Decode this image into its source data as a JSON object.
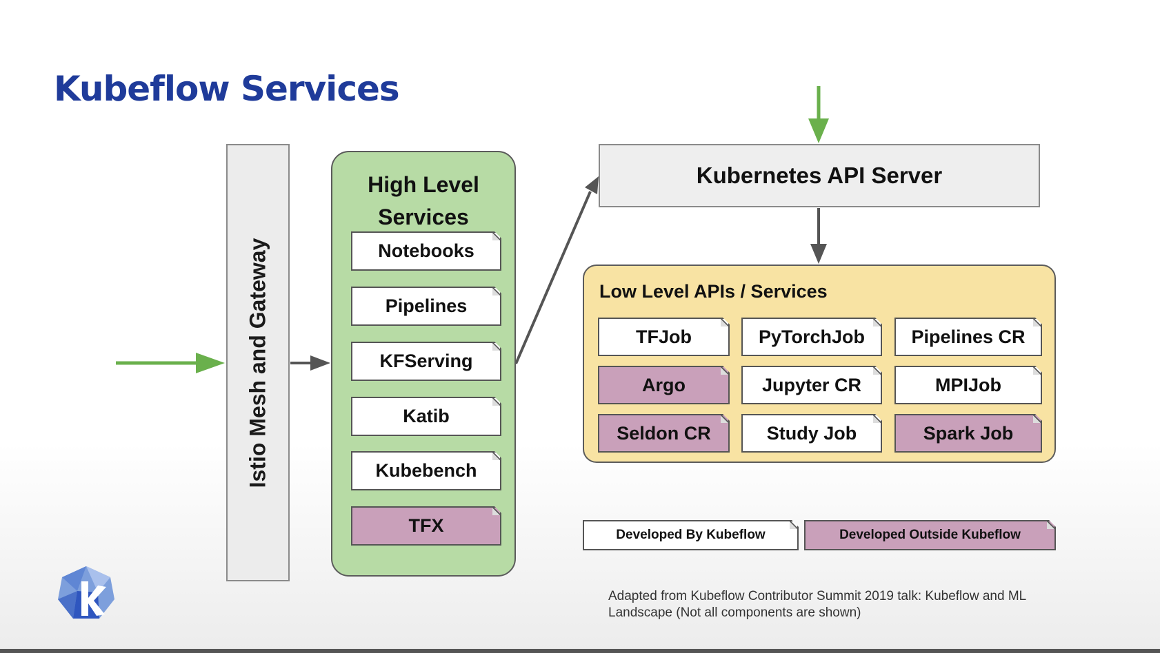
{
  "title": "Kubeflow Services",
  "gateway": {
    "label": "Istio Mesh and Gateway"
  },
  "high_level": {
    "title_line1": "High Level",
    "title_line2": "Services",
    "items": [
      {
        "label": "Notebooks",
        "origin": "kubeflow"
      },
      {
        "label": "Pipelines",
        "origin": "kubeflow"
      },
      {
        "label": "KFServing",
        "origin": "kubeflow"
      },
      {
        "label": "Katib",
        "origin": "kubeflow"
      },
      {
        "label": "Kubebench",
        "origin": "kubeflow"
      },
      {
        "label": "TFX",
        "origin": "outside"
      }
    ]
  },
  "api_server": {
    "label": "Kubernetes API Server"
  },
  "low_level": {
    "title": "Low Level APIs / Services",
    "items": [
      {
        "label": "TFJob",
        "origin": "kubeflow"
      },
      {
        "label": "PyTorchJob",
        "origin": "kubeflow"
      },
      {
        "label": "Pipelines CR",
        "origin": "kubeflow"
      },
      {
        "label": "Argo",
        "origin": "outside"
      },
      {
        "label": "Jupyter CR",
        "origin": "kubeflow"
      },
      {
        "label": "MPIJob",
        "origin": "kubeflow"
      },
      {
        "label": "Seldon CR",
        "origin": "outside"
      },
      {
        "label": "Study Job",
        "origin": "kubeflow"
      },
      {
        "label": "Spark Job",
        "origin": "outside"
      }
    ]
  },
  "legend": {
    "kubeflow": "Developed By Kubeflow",
    "outside": "Developed Outside Kubeflow"
  },
  "footer": {
    "line1": "Adapted from Kubeflow Contributor Summit 2019 talk: Kubeflow and ML",
    "line2": "Landscape (Not all components are shown)"
  },
  "colors": {
    "title": "#1f3b9a",
    "green_arrow": "#6ab04c",
    "high_level_bg": "#b7dba5",
    "low_level_bg": "#f8e3a3",
    "outside_kubeflow": "#c9a0ba",
    "kubeflow": "#ffffff"
  },
  "icons": {
    "logo": "kubeflow-logo-icon"
  }
}
